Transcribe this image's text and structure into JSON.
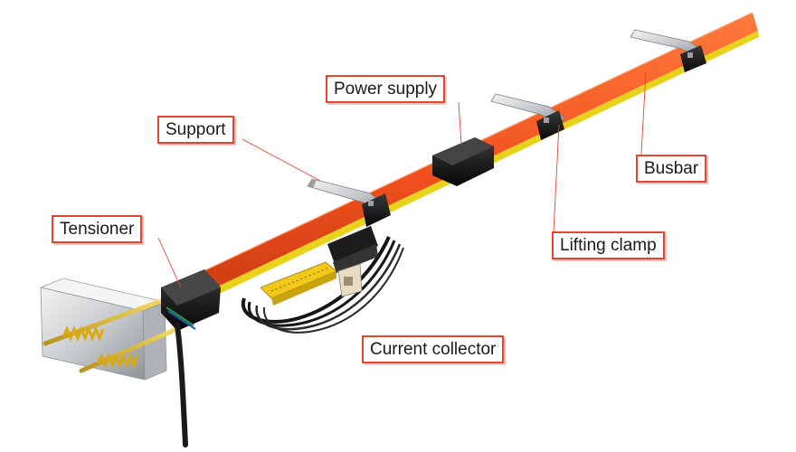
{
  "diagram": {
    "labels": {
      "tensioner": "Tensioner",
      "support": "Support",
      "power_supply": "Power supply",
      "busbar": "Busbar",
      "lifting_clamp": "Lifting clamp",
      "current_collector": "Current collector"
    },
    "colors": {
      "label_border": "#e8432b",
      "leader_line": "#e8432b",
      "busbar": "#f0501e",
      "busbar_edge": "#e9d21c",
      "clamp": "#111111",
      "bracket": "#c9cccf",
      "collector_frame": "#f2c81a"
    }
  }
}
